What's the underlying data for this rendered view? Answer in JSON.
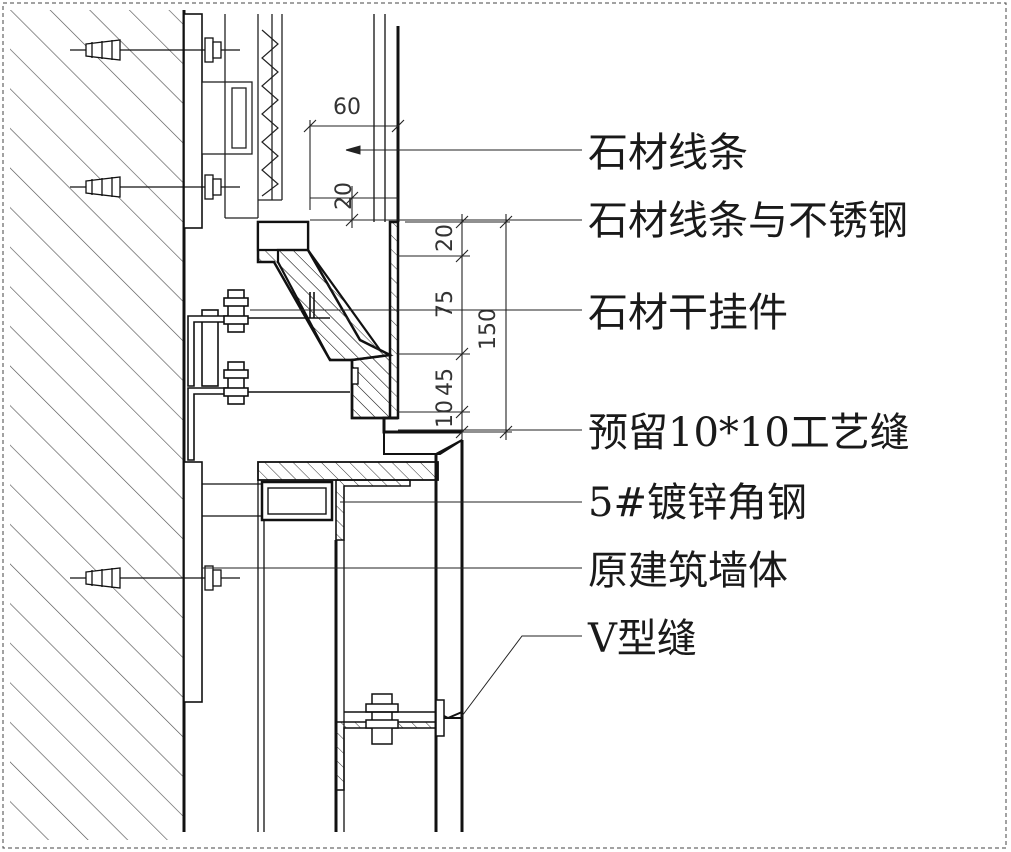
{
  "labels": {
    "stone_strip": "石材线条",
    "stone_strip_and_stainless": "石材线条与不锈钢",
    "stone_dry_hanging": "石材干挂件",
    "reserved_gap": "预留10*10工艺缝",
    "galvanized_angle": "5#镀锌角钢",
    "original_wall": "原建筑墙体",
    "v_joint": "V型缝"
  },
  "dimensions": {
    "d60": "60",
    "d20a": "20",
    "d20b": "20",
    "d75": "75",
    "d150": "150",
    "d45": "45",
    "d10": "10"
  }
}
